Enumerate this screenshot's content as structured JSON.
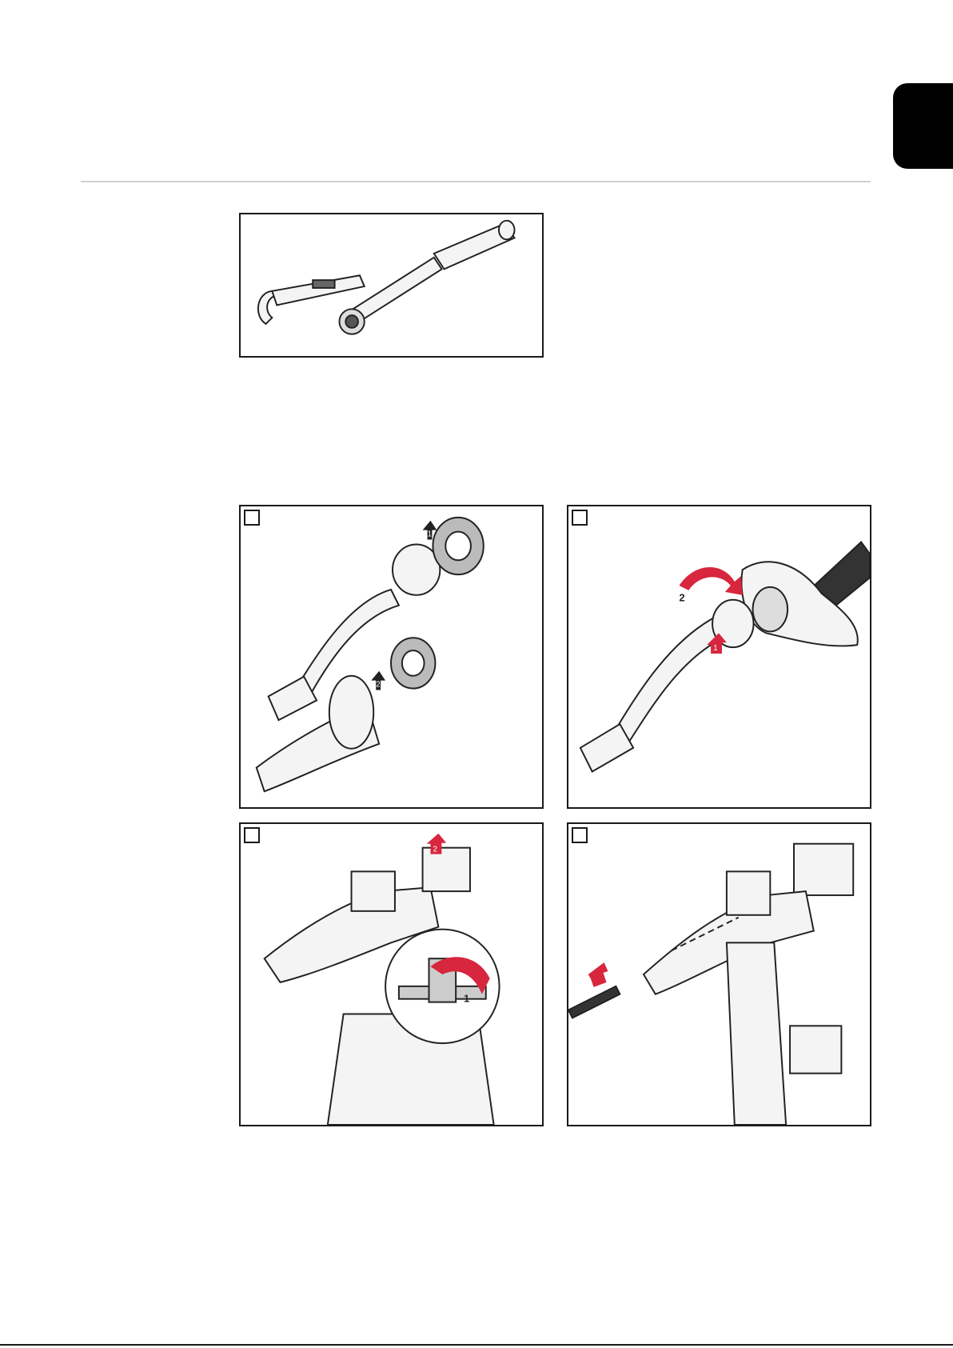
{
  "page": {
    "side_tab_color": "#000000",
    "accent_red": "#d7263d",
    "steps": [
      "",
      "",
      "",
      ""
    ],
    "page_mark": ""
  },
  "figures": [
    {
      "id": "tools",
      "icons": [
        "hook-wrench-icon",
        "torque-wrench-icon"
      ]
    },
    {
      "id": "step-a",
      "callouts": [
        "1",
        "2"
      ]
    },
    {
      "id": "step-b",
      "callouts": [
        "1",
        "2"
      ]
    },
    {
      "id": "step-c",
      "callouts": [
        "1",
        "2"
      ]
    },
    {
      "id": "step-d",
      "callouts": []
    }
  ]
}
